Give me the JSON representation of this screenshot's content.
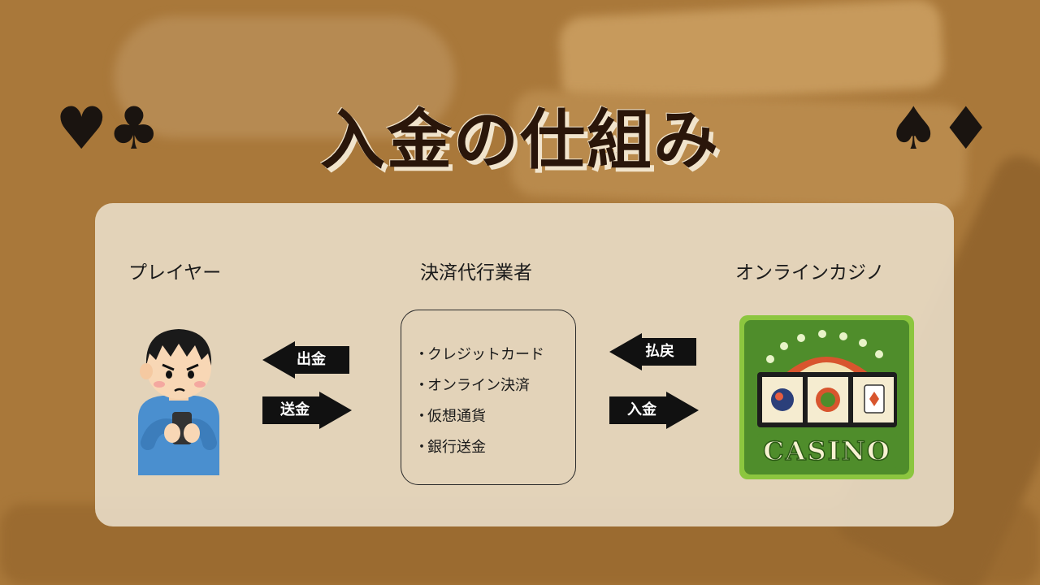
{
  "title": "入金の仕組み",
  "suits": {
    "left": "♥♣",
    "right": "♠♦"
  },
  "columns": {
    "player": "プレイヤー",
    "processor": "決済代行業者",
    "casino": "オンラインカジノ"
  },
  "methods": [
    "クレジットカード",
    "オンライン決済",
    "仮想通貨",
    "銀行送金"
  ],
  "bullet": "・",
  "arrows": {
    "withdraw": "出金",
    "send": "送金",
    "payout": "払戻",
    "deposit": "入金"
  },
  "casino_sign": "CASINO",
  "colors": {
    "background": "#a9783a",
    "title": "#2a160a",
    "arrow": "#111111",
    "casino_green": "#4f8d2b"
  }
}
